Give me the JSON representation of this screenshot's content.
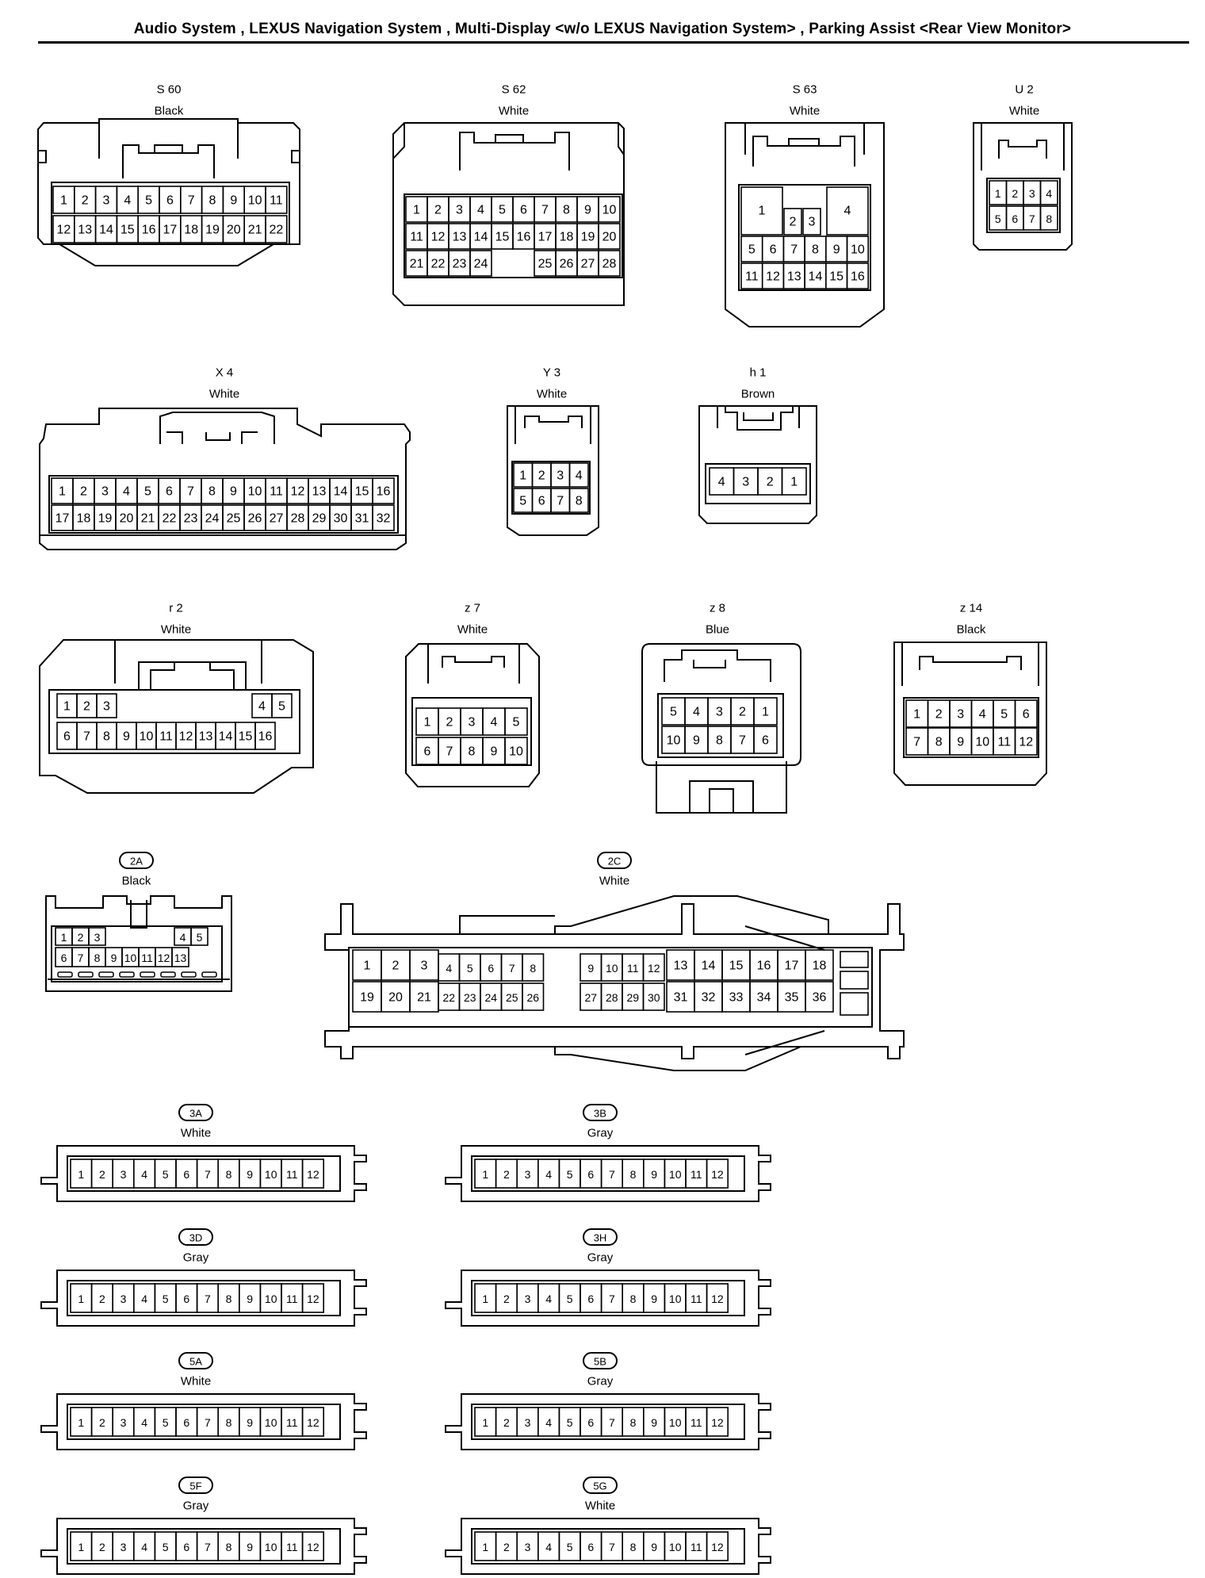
{
  "header": {
    "title": "Audio System , LEXUS Navigation System , Multi-Display <w/o LEXUS Navigation System> , Parking Assist <Rear View Monitor>"
  },
  "connectors": {
    "s60": {
      "id": "S 60",
      "color": "Black"
    },
    "s62": {
      "id": "S 62",
      "color": "White"
    },
    "s63": {
      "id": "S 63",
      "color": "White"
    },
    "u2": {
      "id": "U 2",
      "color": "White"
    },
    "x4": {
      "id": "X 4",
      "color": "White"
    },
    "y3": {
      "id": "Y 3",
      "color": "White"
    },
    "h1": {
      "id": "h 1",
      "color": "Brown"
    },
    "r2": {
      "id": "r 2",
      "color": "White"
    },
    "z7": {
      "id": "z 7",
      "color": "White"
    },
    "z8": {
      "id": "z 8",
      "color": "Blue"
    },
    "z14": {
      "id": "z 14",
      "color": "Black"
    },
    "c2a": {
      "id": "2A",
      "color": "Black"
    },
    "c2c": {
      "id": "2C",
      "color": "White"
    },
    "c3a": {
      "id": "3A",
      "color": "White"
    },
    "c3b": {
      "id": "3B",
      "color": "Gray"
    },
    "c3d": {
      "id": "3D",
      "color": "Gray"
    },
    "c3h": {
      "id": "3H",
      "color": "Gray"
    },
    "c5a": {
      "id": "5A",
      "color": "White"
    },
    "c5b": {
      "id": "5B",
      "color": "Gray"
    },
    "c5f": {
      "id": "5F",
      "color": "Gray"
    },
    "c5g": {
      "id": "5G",
      "color": "White"
    }
  }
}
